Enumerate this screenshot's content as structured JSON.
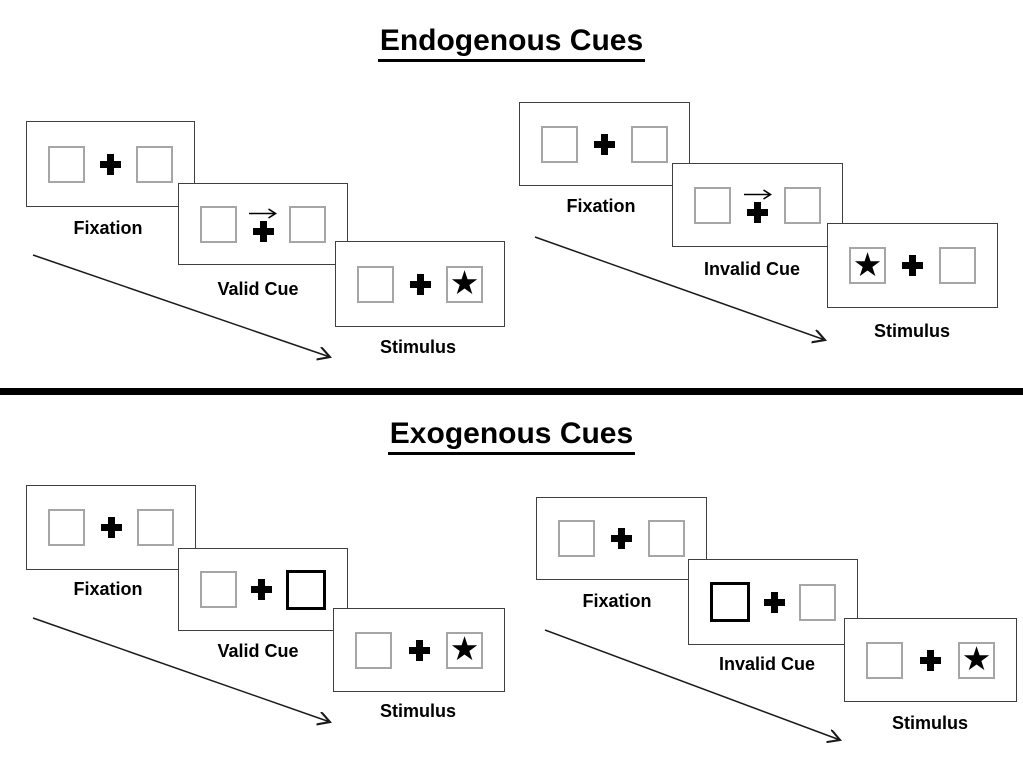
{
  "sections": [
    {
      "title": "Endogenous Cues",
      "groups": [
        {
          "trial_type": "valid",
          "panels": [
            {
              "label": "Fixation",
              "left_box": "plain",
              "right_box": "plain",
              "cue_arrow": false
            },
            {
              "label": "Valid Cue",
              "left_box": "plain",
              "right_box": "plain",
              "cue_arrow": true
            },
            {
              "label": "Stimulus",
              "left_box": "plain",
              "right_box": "star",
              "cue_arrow": false
            }
          ]
        },
        {
          "trial_type": "invalid",
          "panels": [
            {
              "label": "Fixation",
              "left_box": "plain",
              "right_box": "plain",
              "cue_arrow": false
            },
            {
              "label": "Invalid Cue",
              "left_box": "plain",
              "right_box": "plain",
              "cue_arrow": true
            },
            {
              "label": "Stimulus",
              "left_box": "star",
              "right_box": "plain",
              "cue_arrow": false
            }
          ]
        }
      ]
    },
    {
      "title": "Exogenous Cues",
      "groups": [
        {
          "trial_type": "valid",
          "panels": [
            {
              "label": "Fixation",
              "left_box": "plain",
              "right_box": "plain",
              "cue_arrow": false
            },
            {
              "label": "Valid Cue",
              "left_box": "plain",
              "right_box": "thick",
              "cue_arrow": false
            },
            {
              "label": "Stimulus",
              "left_box": "plain",
              "right_box": "star",
              "cue_arrow": false
            }
          ]
        },
        {
          "trial_type": "invalid",
          "panels": [
            {
              "label": "Fixation",
              "left_box": "plain",
              "right_box": "plain",
              "cue_arrow": false
            },
            {
              "label": "Invalid Cue",
              "left_box": "thick",
              "right_box": "plain",
              "cue_arrow": false
            },
            {
              "label": "Stimulus",
              "left_box": "plain",
              "right_box": "star",
              "cue_arrow": false
            }
          ]
        }
      ]
    }
  ],
  "icons": {
    "star": "★"
  },
  "colors": {
    "ink": "#000000",
    "panel_border": "#3f3f3f",
    "box_border": "#a6a6a6"
  }
}
